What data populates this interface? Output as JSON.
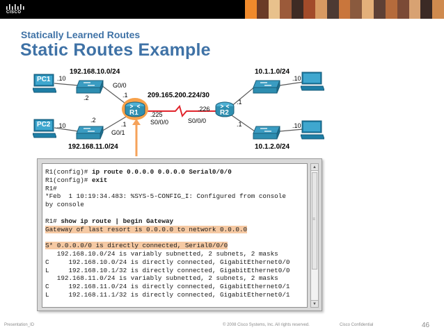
{
  "header": {
    "logo_text": "CISCO",
    "photo_colors": [
      "#f08a2c",
      "#6a3b27",
      "#e8c18c",
      "#9b5a3a",
      "#3e2b24",
      "#a34b2a",
      "#d89a62",
      "#4d3a33",
      "#c9763c",
      "#8a5a3e",
      "#e4b07a",
      "#5e4035",
      "#b56b3c",
      "#7b4a36",
      "#d8a272",
      "#3b2a25",
      "#cf8a4e"
    ]
  },
  "subtitle": "Statically Learned Routes",
  "title": "Static Routes Example",
  "topology": {
    "pc1_label": "PC1",
    "pc2_label": "PC2",
    "r1_label": "R1",
    "r2_label": "R2",
    "lan1_net": "192.168.10.0/24",
    "lan2_net": "192.168.11.0/24",
    "wan_net": "209.165.200.224/30",
    "r2_lan1_net": "10.1.1.0/24",
    "r2_lan2_net": "10.1.2.0/24",
    "pc1_host": ".10",
    "pc2_host": ".10",
    "r2_pc1_host": ".10",
    "r2_pc2_host": ".10",
    "r1_g00_ip": ".1",
    "r1_g01_ip": ".1",
    "sw1_ip": ".2",
    "sw2_ip": ".2",
    "r1_g00": "G0/0",
    "r1_g01": "G0/1",
    "r1_s0_ip": ".225",
    "r2_s0_ip": ".226",
    "r1_s0": "S0/0/0",
    "r2_s0": "S0/0/0",
    "r2_lan1_ip": ".1",
    "r2_lan2_ip": ".1",
    "colors": {
      "router_body": "#2f8fb0",
      "router_ring": "#f7a14a",
      "serial_link": "#e0242c",
      "pc_body": "#1e7ea6",
      "switch_body": "#2d8db0",
      "arrow": "#f5a25a"
    }
  },
  "terminal": {
    "lines": [
      {
        "prompt": "R1(config)# ",
        "cmd": "ip route 0.0.0.0 0.0.0.0 Serial0/0/0",
        "hl": false
      },
      {
        "prompt": "R1(config)# ",
        "cmd": "exit",
        "hl": false
      },
      {
        "prompt": "R1#",
        "cmd": "",
        "hl": false
      },
      {
        "prompt": "*Feb  1 10:19:34.483: %SYS-5-CONFIG_I: Configured from console",
        "cmd": "",
        "hl": false
      },
      {
        "prompt": "by console",
        "cmd": "",
        "hl": false
      },
      {
        "prompt": "",
        "cmd": "",
        "hl": false
      },
      {
        "prompt": "R1# ",
        "cmd": "show ip route | begin Gateway",
        "hl": false
      },
      {
        "prompt": "Gateway of last resort is 0.0.0.0 to network 0.0.0.0",
        "cmd": "",
        "hl": true
      },
      {
        "prompt": "",
        "cmd": "",
        "hl": false
      },
      {
        "prompt": "S* 0.0.0.0/0 is directly connected, Serial0/0/0",
        "cmd": "",
        "hl": true
      },
      {
        "prompt": "   192.168.10.0/24 is variably subnetted, 2 subnets, 2 masks",
        "cmd": "",
        "hl": false
      },
      {
        "prompt": "C     192.168.10.0/24 is directly connected, GigabitEthernet0/0",
        "cmd": "",
        "hl": false
      },
      {
        "prompt": "L     192.168.10.1/32 is directly connected, GigabitEthernet0/0",
        "cmd": "",
        "hl": false
      },
      {
        "prompt": "   192.168.11.0/24 is variably subnetted, 2 subnets, 2 masks",
        "cmd": "",
        "hl": false
      },
      {
        "prompt": "C     192.168.11.0/24 is directly connected, GigabitEthernet0/1",
        "cmd": "",
        "hl": false
      },
      {
        "prompt": "L     192.168.11.1/32 is directly connected, GigabitEthernet0/1",
        "cmd": "",
        "hl": false
      }
    ]
  },
  "footer": {
    "presentation_id": "Presentation_ID",
    "copyright": "© 2008 Cisco Systems, Inc. All rights reserved.",
    "confidential": "Cisco Confidential",
    "page_number": "46"
  }
}
